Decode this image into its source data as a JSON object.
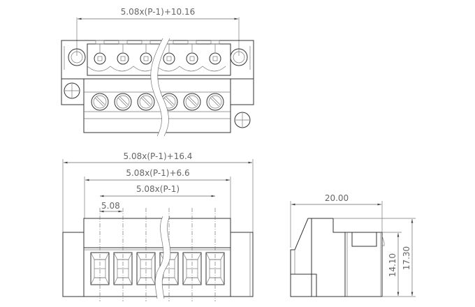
{
  "top_view": {
    "dimension_overall": "5.08x(P-1)+10.16",
    "pin_count_shown": 6
  },
  "front_view": {
    "dimension_overall": "5.08x(P-1)+16.4",
    "dimension_body": "5.08x(P-1)+6.6",
    "dimension_pitch_span": "5.08x(P-1)",
    "dimension_pitch": "5.08"
  },
  "side_view": {
    "dimension_depth": "20.00",
    "dimension_height_inner": "14.10",
    "dimension_height_total": "17.30"
  },
  "colors": {
    "line": "#333333",
    "dimension": "#666666"
  }
}
